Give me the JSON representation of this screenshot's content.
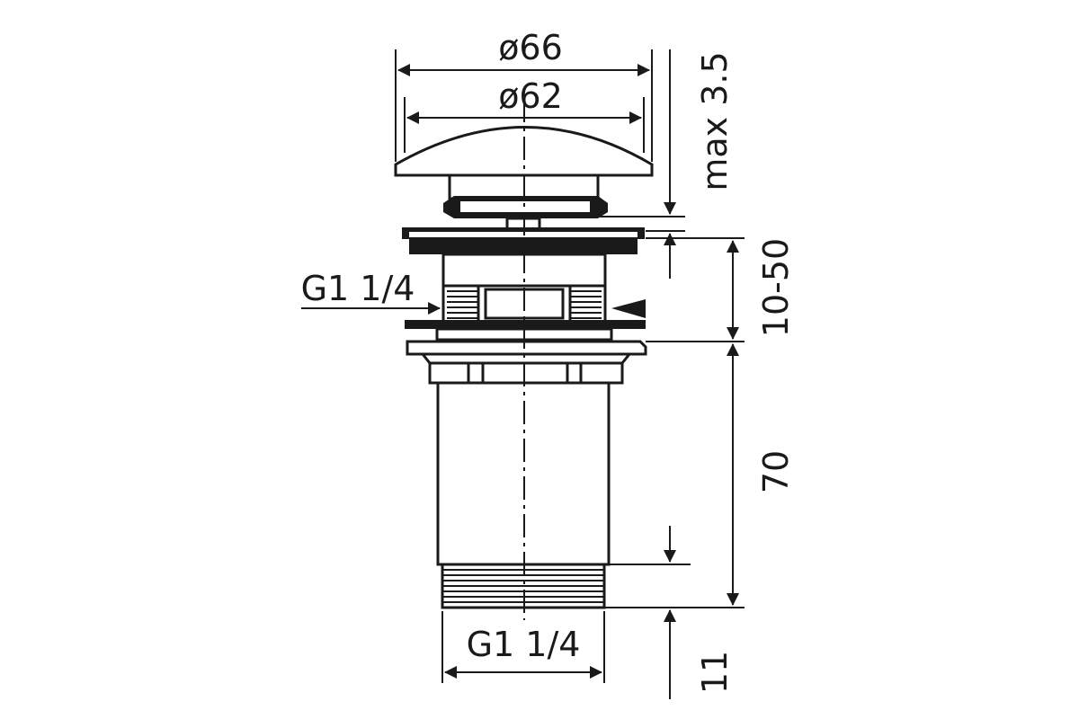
{
  "drawing": {
    "dimensions": {
      "cap_outer_diameter": "ø66",
      "cap_inner_diameter": "ø62",
      "max_gap": "max 3.5",
      "clamp_range": "10-50",
      "body_length": "70",
      "thread_length": "11",
      "side_thread": "G1 1/4",
      "bottom_thread": "G1 1/4"
    }
  }
}
